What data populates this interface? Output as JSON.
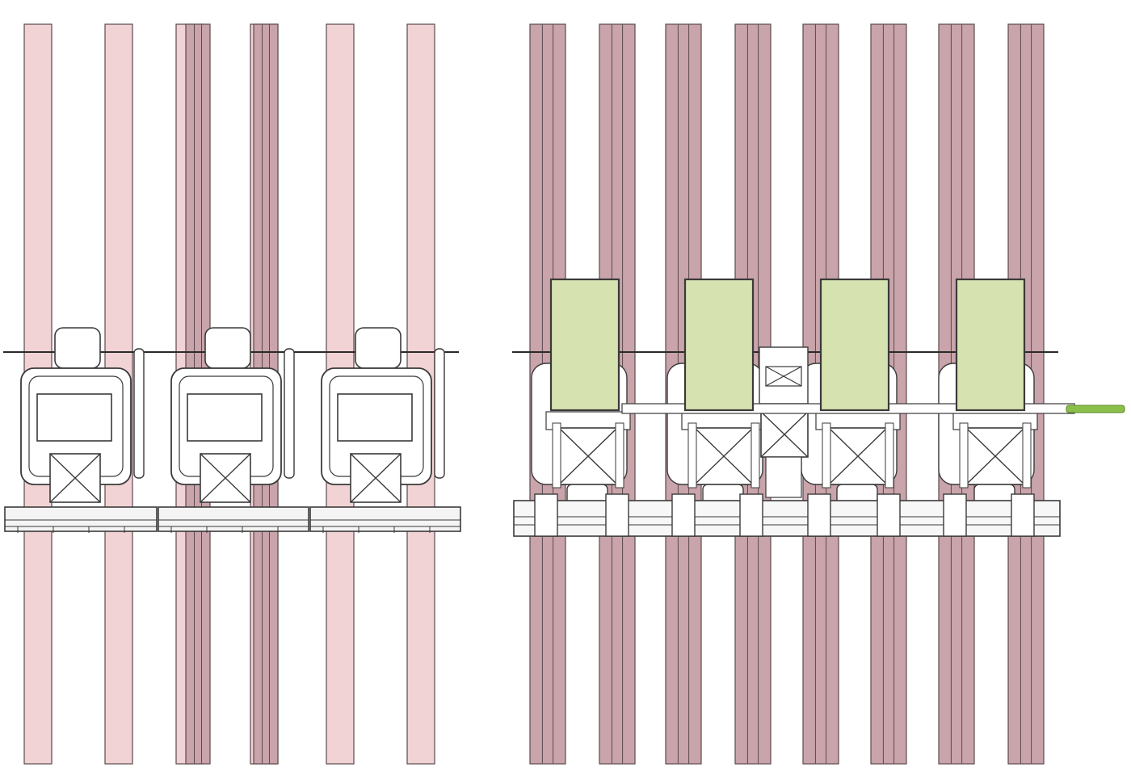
{
  "diagram": {
    "colors": {
      "background": "#ffffff",
      "row_fill_light": "#f2d3d5",
      "row_fill_dark": "#c9a4aa",
      "row_stroke": "#5a4a4e",
      "machine_fill": "#ffffff",
      "machine_stroke": "#3a3a3a",
      "hopper_fill": "#d6e2b0",
      "hopper_stroke": "#3a3a3a",
      "green_shaft": "#8bbf4a"
    },
    "panels": [
      {
        "name": "left-configuration",
        "crop_rows": 6,
        "planter_units": 3,
        "seed_hoppers": 0
      },
      {
        "name": "right-configuration",
        "crop_rows": 8,
        "planter_units": 4,
        "seed_hoppers": 4
      }
    ]
  }
}
